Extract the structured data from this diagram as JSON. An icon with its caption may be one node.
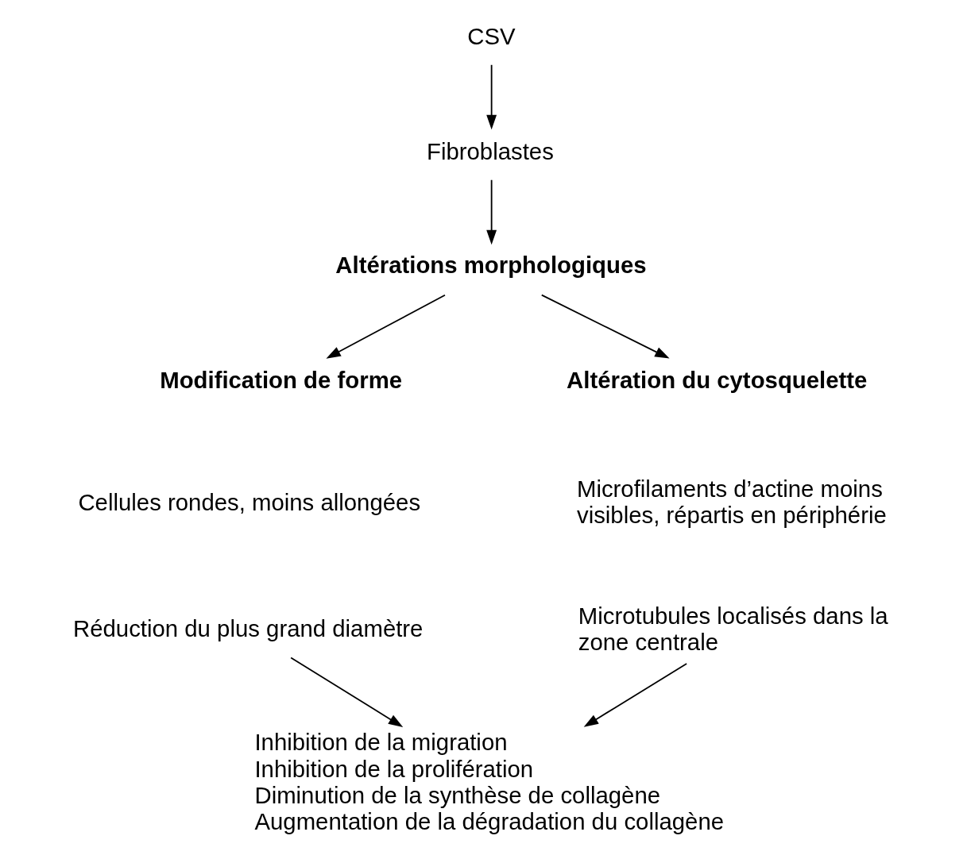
{
  "diagram": {
    "nodes": [
      {
        "text": [
          "CSV"
        ]
      },
      {
        "text": [
          "Fibroblastes"
        ]
      },
      {
        "text": [
          "Altérations morphologiques"
        ]
      },
      {
        "text": [
          "Modification de forme"
        ]
      },
      {
        "text": [
          "Altération du cytosquelette"
        ]
      },
      {
        "text": [
          "Réduction du plus grand diamètre"
        ]
      },
      {
        "text": [
          "Microtubules localisés dans la zone centrale"
        ]
      },
      {
        "text": [
          "Inhibition de la migration",
          "Inhibition de la prolifération",
          "Diminution de la synthèse de collagène",
          "Augmentation de la dégradation du collagène"
        ]
      }
    ],
    "edges": [
      {
        "from": 0,
        "to": 1,
        "arrow": "to"
      },
      {
        "from": 1,
        "to": 2,
        "arrow": "to"
      },
      {
        "from": 2,
        "to": 3,
        "arrow": "to"
      },
      {
        "from": 2,
        "to": 4,
        "arrow": "to"
      },
      {
        "from": 5,
        "to": 7,
        "arrow": "to"
      },
      {
        "from": 6,
        "to": 7,
        "arrow": "to"
      }
    ],
    "labels": [
      "Cellules rondes, moins allongées",
      "Microfilaments d’actine moins visibles, répartis en périphérie"
    ]
  }
}
